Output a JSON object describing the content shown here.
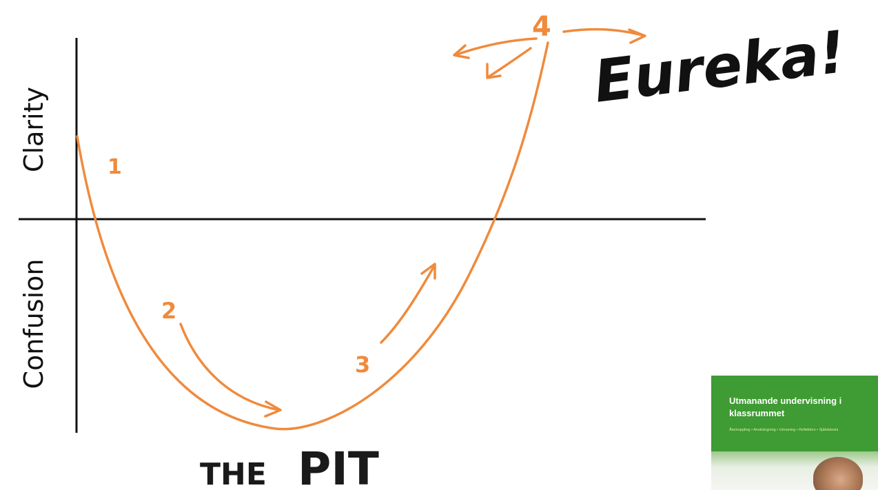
{
  "axis": {
    "y_upper_label": "Clarity",
    "y_lower_label": "Confusion"
  },
  "steps": [
    "1",
    "2",
    "3",
    "4"
  ],
  "pit_label_prefix": "THE",
  "pit_label_main": "PIT",
  "eureka_text": "Eureka!",
  "colors": {
    "curve": "#f08a3c",
    "axes": "#111111",
    "book_cover": "#3f9b33"
  },
  "book": {
    "title": "Utmanande undervisning i klassrummet",
    "subtitle": "Återkoppling • Ansträngning • Utmaning • Reflektion • Självkänsla"
  }
}
